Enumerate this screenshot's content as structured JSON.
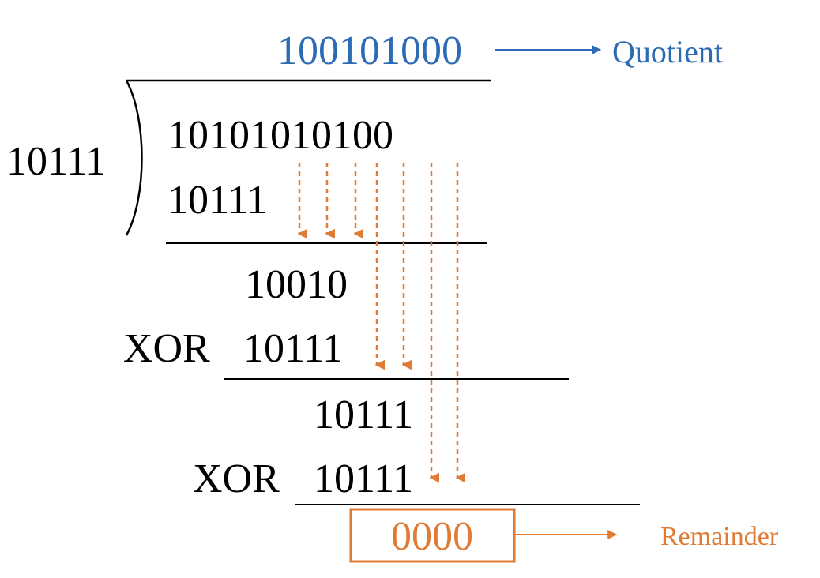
{
  "quotient": {
    "value": "100101000",
    "label": "Quotient"
  },
  "divisor": "10111",
  "dividend": "10101010100",
  "steps": [
    {
      "prefix": "",
      "value": "10111"
    },
    {
      "prefix": "",
      "value": "10010"
    },
    {
      "prefix": "XOR",
      "value": "10111"
    },
    {
      "prefix": "",
      "value": "10111"
    },
    {
      "prefix": "XOR",
      "value": "10111"
    }
  ],
  "remainder": {
    "value": "0000",
    "label": "Remainder"
  },
  "colors": {
    "quotient": "#2e6bb5",
    "arrows": "#e07b35",
    "text": "#000000",
    "rules": "#000000"
  }
}
